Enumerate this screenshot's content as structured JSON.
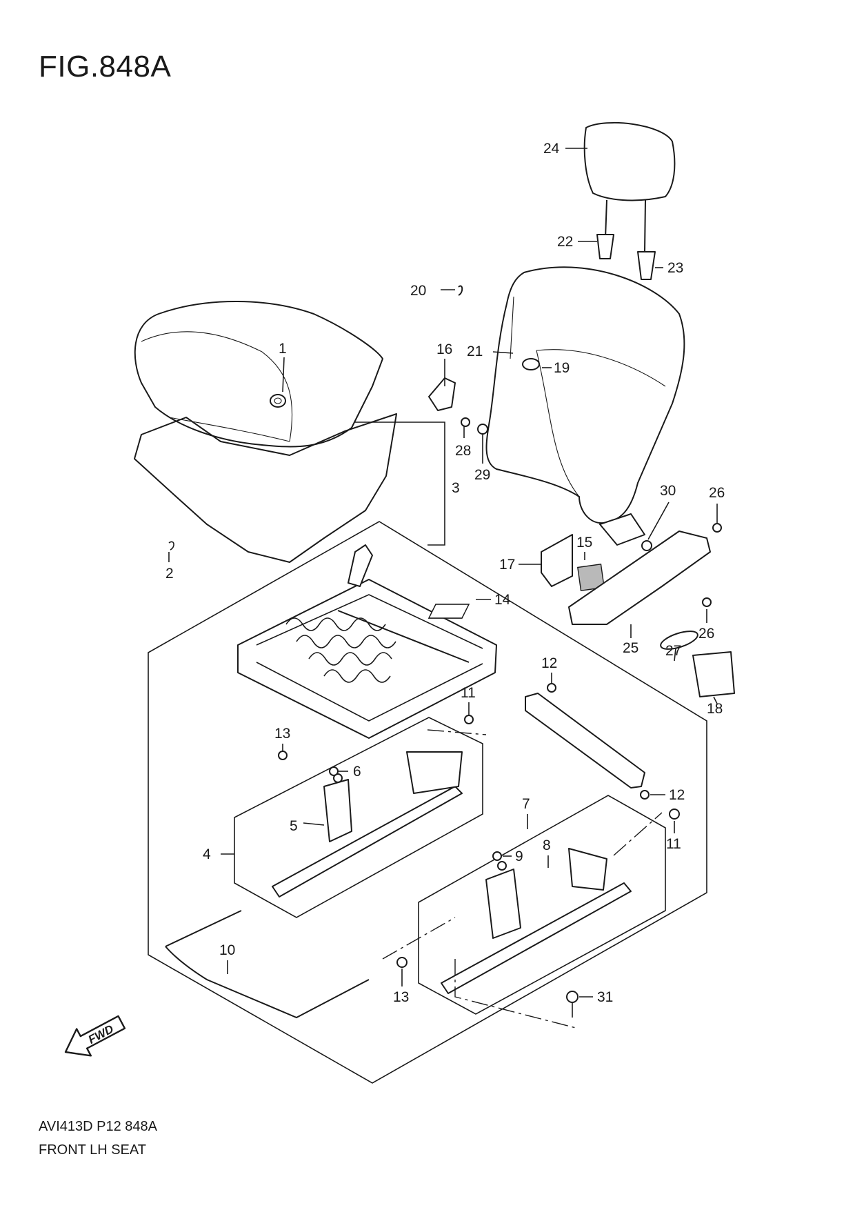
{
  "figure": {
    "title": "FIG.848A",
    "code": "AVI413D P12 848A",
    "description": "FRONT LH SEAT",
    "fwd_label": "FWD"
  },
  "callouts": [
    "1",
    "2",
    "3",
    "4",
    "5",
    "6",
    "7",
    "8",
    "9",
    "10",
    "11",
    "11",
    "12",
    "12",
    "13",
    "13",
    "14",
    "15",
    "16",
    "17",
    "18",
    "19",
    "20",
    "21",
    "22",
    "23",
    "24",
    "25",
    "26",
    "26",
    "27",
    "28",
    "29",
    "30",
    "31"
  ]
}
